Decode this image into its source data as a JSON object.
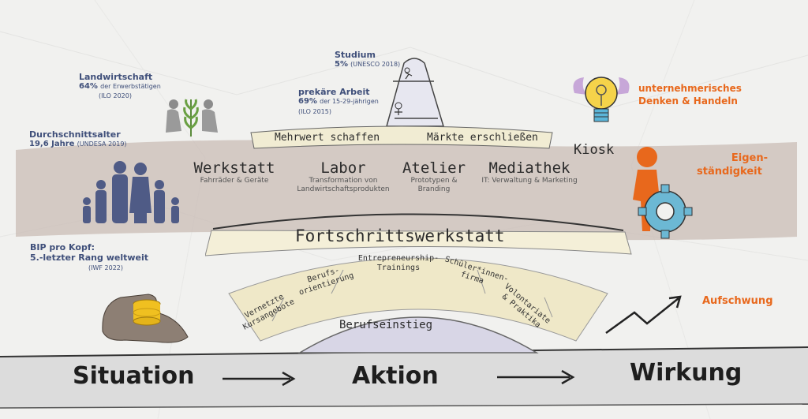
{
  "stats": {
    "landwirtschaft": {
      "title": "Landwirtschaft",
      "value": "64%",
      "desc": "der Erwerbstätigen",
      "source": "(ILO 2020)"
    },
    "durchschnittsalter": {
      "title": "Durchschnittsalter",
      "value": "19,6 Jahre",
      "source": "(UNDESA 2019)"
    },
    "bip": {
      "title": "BIP pro Kopf:",
      "value": "5.-letzter Rang weltweit",
      "source": "(IWF 2022)"
    },
    "studium": {
      "title": "Studium",
      "value": "5%",
      "source": "(UNESCO 2018)"
    },
    "prekaere_arbeit": {
      "title": "prekäre Arbeit",
      "value": "69%",
      "desc": "der 15-29-jährigen",
      "source": "(ILO 2015)"
    }
  },
  "top_bar": {
    "left": "Mehrwert schaffen",
    "right": "Märkte erschließen"
  },
  "kiosk": "Kiosk",
  "units": [
    {
      "title": "Werkstatt",
      "sub": "Fahrräder & Geräte"
    },
    {
      "title": "Labor",
      "sub": "Transformation von Landwirtschaftsprodukten"
    },
    {
      "title": "Atelier",
      "sub": "Prototypen & Branding"
    },
    {
      "title": "Mediathek",
      "sub": "IT: Verwaltung & Marketing"
    }
  ],
  "center_title": "Fortschrittswerkstatt",
  "arc_items": [
    {
      "text": "Vernetzte Kursangebote"
    },
    {
      "text": "Berufs-orientierung"
    },
    {
      "text": "Entrepreneurship-Trainings"
    },
    {
      "text": "Schüler*innen-firma"
    },
    {
      "text": "Volontariate & Praktika"
    }
  ],
  "berufseinstieg": "Berufseinstieg",
  "outcomes": {
    "unternehmerisch": "unternehmerisches Denken & Handeln",
    "eigen_line1": "Eigen-",
    "eigen_line2": "ständigkeit",
    "aufschwung": "Aufschwung"
  },
  "bottom": {
    "situation": "Situation",
    "aktion": "Aktion",
    "wirkung": "Wirkung"
  },
  "colors": {
    "navy": "#3f4f7a",
    "orange": "#e8681c",
    "band": "#c7b9b3",
    "cream": "#f4efd8",
    "arc_fill": "#d8d6e6"
  },
  "icons": [
    "wheat-farmers-icon",
    "family-icon",
    "hand-coin-icon",
    "mountain-icon",
    "lightbulb-icon",
    "person-gear-icon",
    "trend-arrow-icon"
  ]
}
